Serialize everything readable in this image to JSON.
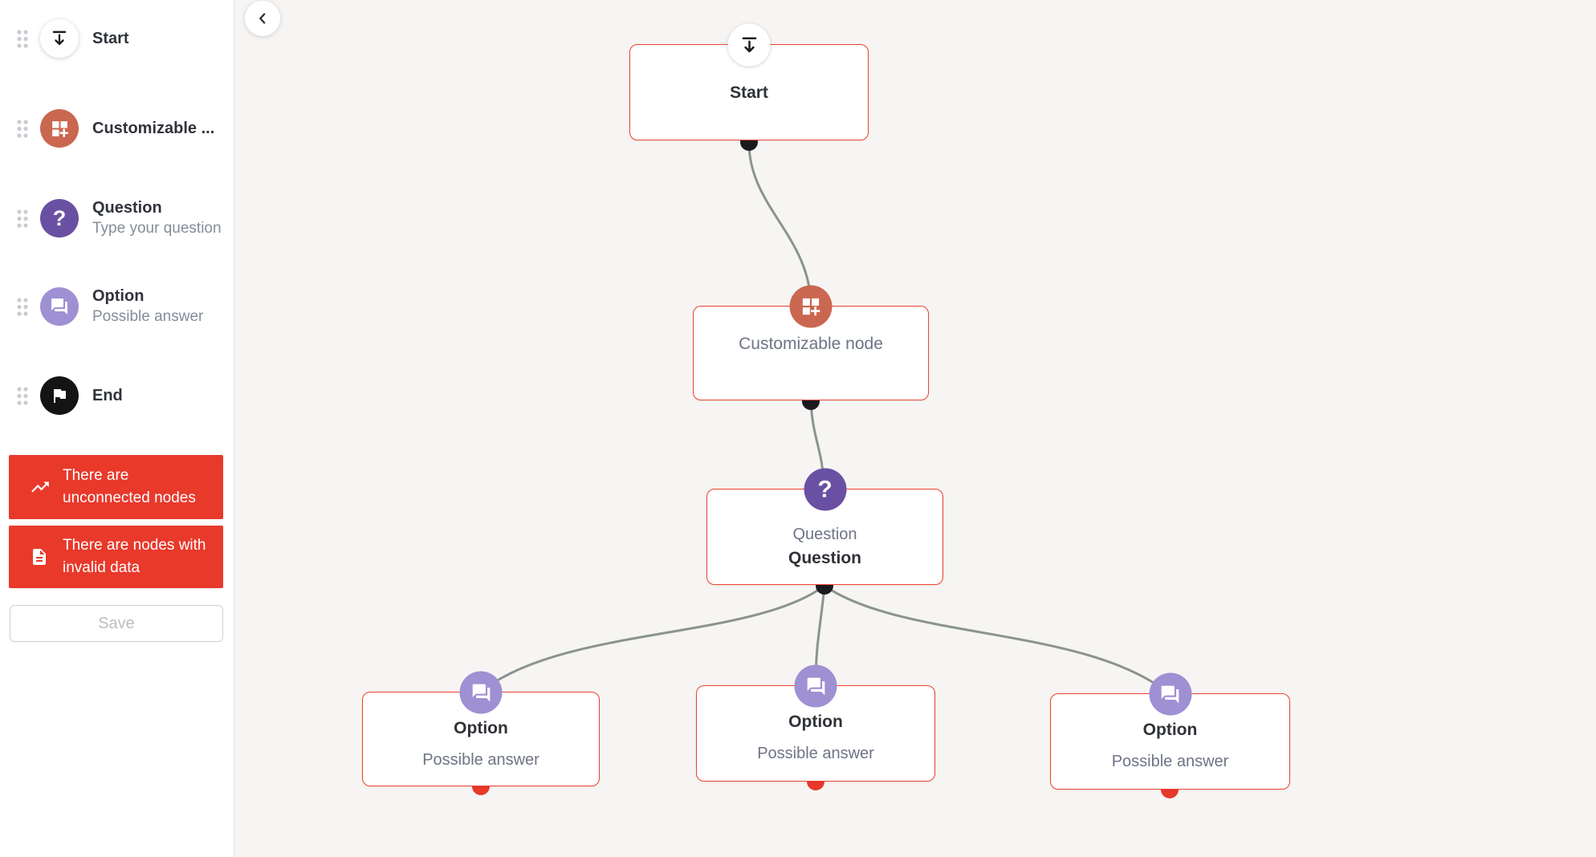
{
  "colors": {
    "canvas_bg": "#F6F5F3",
    "sidebar_bg": "#FFFFFF",
    "alert_red": "#E8392B",
    "node_border_red": "#EF4130",
    "unconnected_dot_red": "#E8392B",
    "connected_dot_black": "#1B1B1F",
    "customizable_orange": "#CA6750",
    "question_purple": "#6A50A3",
    "option_purple": "#9E90D2",
    "end_black": "#141414",
    "edge_gray": "#8A948F",
    "dark_text": "#2F3237",
    "muted_text": "#6E7486"
  },
  "sidebar": {
    "items": [
      {
        "title": "Start",
        "icon": "start-drop-arrow-icon"
      },
      {
        "title": "Customizable ...",
        "icon": "customizable-grid-plus-icon"
      },
      {
        "title": "Question",
        "subtitle": "Type your question",
        "icon": "question-mark-icon"
      },
      {
        "title": "Option",
        "subtitle": "Possible answer",
        "icon": "chat-bubbles-icon"
      },
      {
        "title": "End",
        "icon": "flag-icon"
      }
    ],
    "warnings": [
      {
        "text": "There are unconnected nodes",
        "icon": "trending-up-icon"
      },
      {
        "text": "There are nodes with invalid data",
        "icon": "document-icon"
      }
    ],
    "save_label": "Save"
  },
  "canvas": {
    "collapse_icon": "chevron-left-icon",
    "nodes": {
      "start": {
        "title": "Start"
      },
      "customizable": {
        "label": "Customizable node"
      },
      "question": {
        "type_label": "Question",
        "title": "Question"
      },
      "option1": {
        "title": "Option",
        "subtitle": "Possible answer"
      },
      "option2": {
        "title": "Option",
        "subtitle": "Possible answer"
      },
      "option3": {
        "title": "Option",
        "subtitle": "Possible answer"
      }
    }
  }
}
